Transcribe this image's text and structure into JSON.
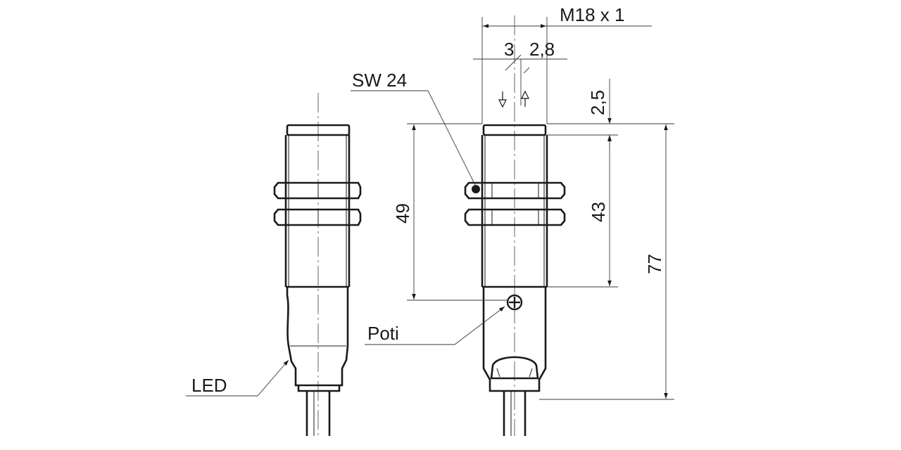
{
  "labels": {
    "thread": "M18 x 1",
    "dim_3": "3",
    "dim_2_8": "2,8",
    "wrench": "SW 24",
    "dim_2_5": "2,5",
    "dim_49": "49",
    "dim_43": "43",
    "dim_77": "77",
    "poti": "Poti",
    "led": "LED"
  },
  "colors": {
    "line": "#1a1a1a",
    "background": "#ffffff"
  }
}
